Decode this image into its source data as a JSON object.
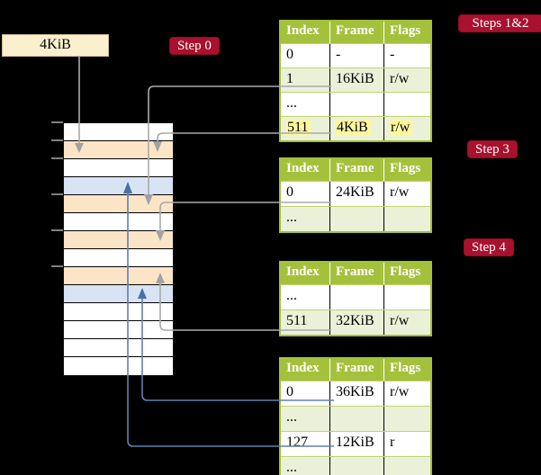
{
  "diagram": {
    "frame_box_label": "4KiB",
    "steps": {
      "step0": "Step 0",
      "steps12": "Steps 1&2",
      "step3": "Step 3",
      "step4": "Step 4"
    },
    "colors": {
      "background": "#000000",
      "step_badge": "#a9112e",
      "table_header_green": "#a4c13c",
      "table_row_tint": "#ebf1d9",
      "highlight_yellow": "#fdf79e",
      "memory_pagetable_frame": "#fce4c6",
      "memory_data_frame": "#d8e3f3",
      "frame_box_fill": "#fbf0cd",
      "gray_connector": "#aaaaaa",
      "blue_connector": "#5e81b3"
    },
    "tables": [
      {
        "name": "steps 1&2 page table",
        "headers": [
          "Index",
          "Frame",
          "Flags"
        ],
        "rows": [
          [
            "0",
            "-",
            "-"
          ],
          [
            "1",
            "16KiB",
            "r/w"
          ],
          [
            "...",
            "",
            ""
          ],
          [
            "511",
            "4KiB",
            "r/w"
          ]
        ]
      },
      {
        "name": "step 3 page table",
        "headers": [
          "Index",
          "Frame",
          "Flags"
        ],
        "rows": [
          [
            "0",
            "24KiB",
            "r/w"
          ],
          [
            "...",
            "",
            ""
          ]
        ]
      },
      {
        "name": "step 4 page table",
        "headers": [
          "Index",
          "Frame",
          "Flags"
        ],
        "rows": [
          [
            "...",
            "",
            ""
          ],
          [
            "511",
            "32KiB",
            "r/w"
          ]
        ]
      },
      {
        "name": "final level page table",
        "headers": [
          "Index",
          "Frame",
          "Flags"
        ],
        "rows": [
          [
            "0",
            "36KiB",
            "r/w"
          ],
          [
            "...",
            "",
            ""
          ],
          [
            "127",
            "12KiB",
            "r"
          ],
          [
            "...",
            "",
            ""
          ]
        ]
      }
    ]
  }
}
